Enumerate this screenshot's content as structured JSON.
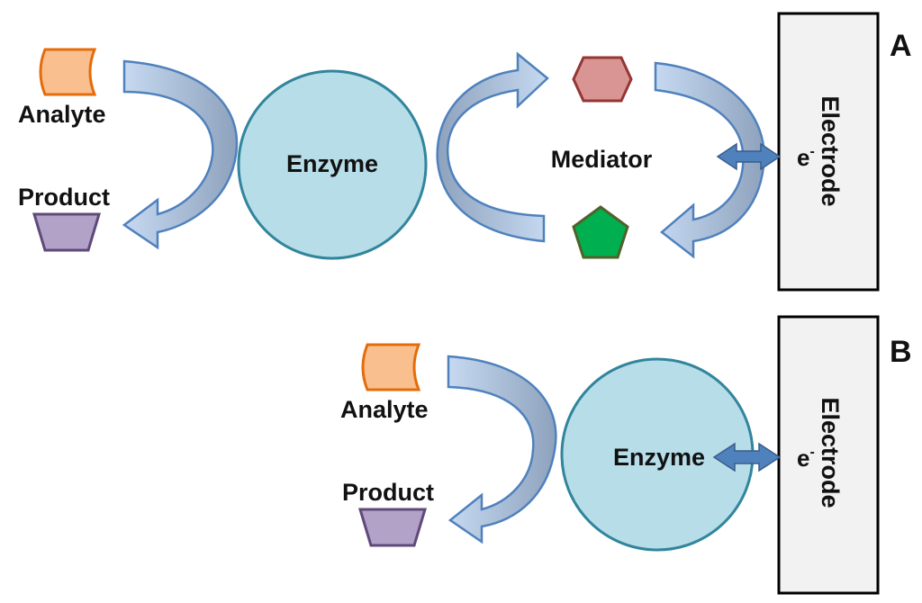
{
  "panels": {
    "a": {
      "letter": "A",
      "analyte_label": "Analyte",
      "product_label": "Product",
      "enzyme_label": "Enzyme",
      "mediator_label": "Mediator",
      "electron_label": "e",
      "electron_charge": "-",
      "electrode_label": "Electrode"
    },
    "b": {
      "letter": "B",
      "analyte_label": "Analyte",
      "product_label": "Product",
      "enzyme_label": "Enzyme",
      "electron_label": "e",
      "electron_charge": "-",
      "electrode_label": "Electrode"
    }
  },
  "colors": {
    "analyte_fill": "#f9bf8f",
    "analyte_stroke": "#e46c0a",
    "product_fill": "#b3a2c7",
    "product_stroke": "#5f497a",
    "enzyme_fill": "#b7dde8",
    "enzyme_stroke": "#31859c",
    "mediator_oxidized_fill": "#d99594",
    "mediator_oxidized_stroke": "#943634",
    "mediator_reduced_fill": "#00b050",
    "mediator_reduced_stroke": "#4f6228",
    "curved_arrow_fill": "#c6d9f1",
    "curved_arrow_shade": "#8ea2bd",
    "curved_arrow_stroke": "#4f81bd",
    "double_arrow_fill": "#4f81bd",
    "electrode_fill": "#f2f2f2",
    "electrode_stroke": "#000000"
  }
}
